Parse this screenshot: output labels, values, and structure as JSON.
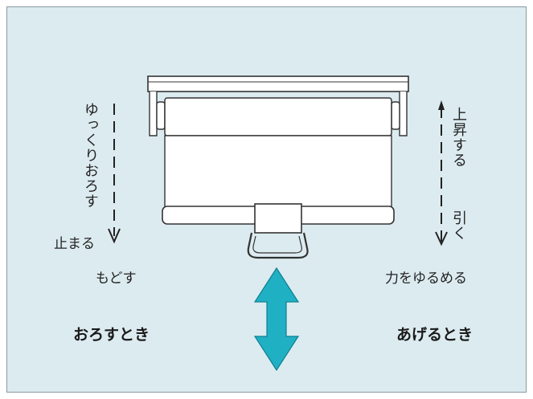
{
  "labels": {
    "lower_slowly": "ゆっくりおろす",
    "stop": "止まる",
    "return": "もどす",
    "when_lowering": "おろすとき",
    "rise": "上昇する",
    "pull": "引く",
    "loosen": "力をゆるめる",
    "when_raising": "あげるとき"
  },
  "colors": {
    "background": "#dcebf0",
    "arrow": "#1fb0c4",
    "line": "#222222"
  }
}
